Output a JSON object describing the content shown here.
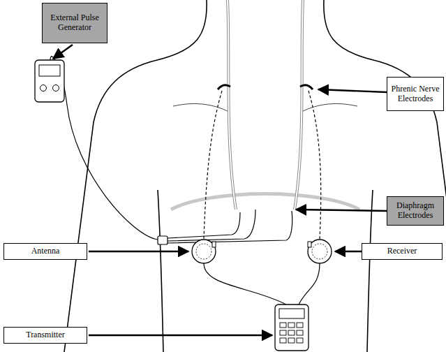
{
  "diagram": {
    "nodes": [
      {
        "text": [
          "External Pulse Generator"
        ]
      },
      {
        "text": [
          "Phrenic Nerve Electrodes"
        ]
      },
      {
        "text": [
          "Diaphragm Electrodes"
        ]
      },
      {
        "text": [
          "Antenna"
        ]
      },
      {
        "text": [
          "Receiver"
        ]
      },
      {
        "text": [
          "Transmitter"
        ]
      }
    ]
  }
}
